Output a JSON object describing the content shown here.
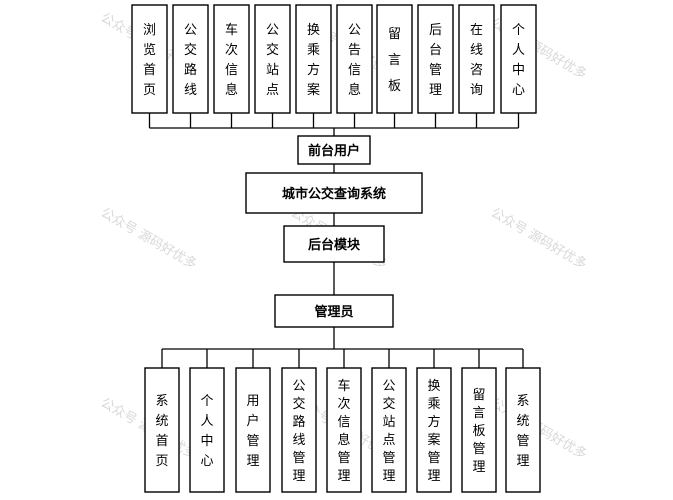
{
  "watermark": "公众号 源码好优多",
  "front_modules": [
    "浏览首页",
    "公交路线",
    "车次信息",
    "公交站点",
    "换乘方案",
    "公告信息",
    "留言板",
    "后台管理",
    "在线咨询",
    "个人中心"
  ],
  "front_user": "前台用户",
  "system": "城市公交查询系统",
  "backend": "后台模块",
  "admin": "管理员",
  "admin_modules": [
    "系统首页",
    "个人中心",
    "用户管理",
    "公交路线管理",
    "车次信息管理",
    "公交站点管理",
    "换乘方案管理",
    "留言板管理",
    "系统管理"
  ]
}
